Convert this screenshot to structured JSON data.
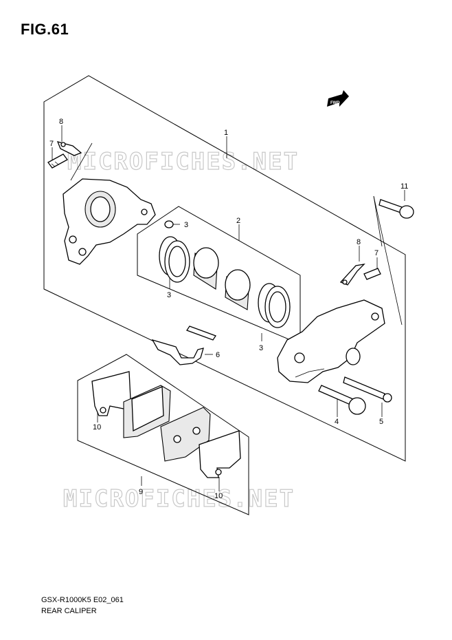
{
  "figure": {
    "title": "FIG.61",
    "model_code": "GSX-R1000K5 E02_061",
    "name": "REAR CALIPER",
    "watermark": "MICROFICHES.NET",
    "direction_badge": "FWD"
  },
  "callouts": {
    "c1": "1",
    "c2": "2",
    "c3a": "3",
    "c3b": "3",
    "c3c": "3",
    "c4": "4",
    "c5": "5",
    "c6": "6",
    "c7a": "7",
    "c7b": "7",
    "c8a": "8",
    "c8b": "8",
    "c9": "9",
    "c10a": "10",
    "c10b": "10",
    "c11": "11"
  }
}
